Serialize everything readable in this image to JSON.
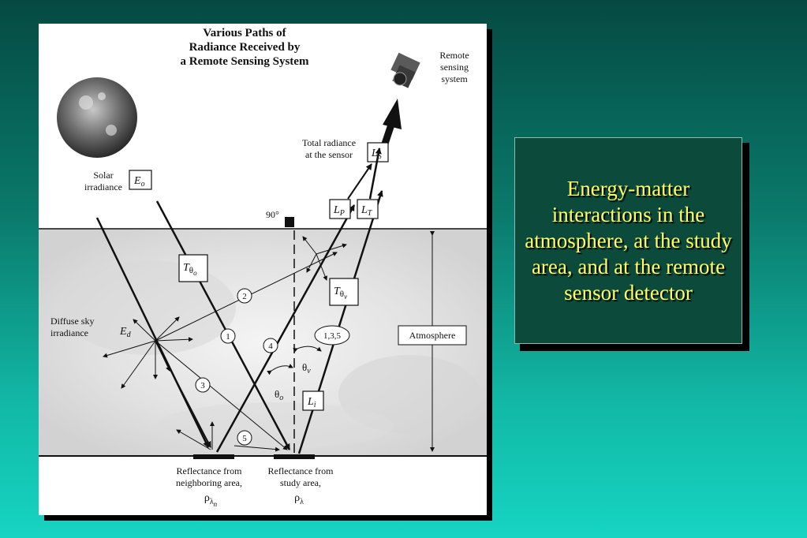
{
  "figure": {
    "title_lines": [
      "Various Paths of",
      "Radiance Received by",
      "a Remote Sensing System"
    ],
    "sensor_label_lines": [
      "Remote",
      "sensing",
      "system"
    ],
    "total_radiance_lines": [
      "Total radiance",
      "at the sensor"
    ],
    "solar_label_lines": [
      "Solar",
      "irradiance"
    ],
    "diffuse_label_lines": [
      "Diffuse sky",
      "irradiance"
    ],
    "atmosphere_label": "Atmosphere",
    "right_angle_label": "90°",
    "symbols": {
      "Eo": "E",
      "Eo_sub": "o",
      "Ed": "E",
      "Ed_sub": "d",
      "LS": "L",
      "LS_sub": "S",
      "LP": "L",
      "LP_sub": "P",
      "LT": "L",
      "LT_sub": "T",
      "Li": "L",
      "Li_sub": "i",
      "T_theta_o": "T",
      "T_theta_o_sub": "θ",
      "T_theta_o_subsub": "o",
      "T_theta_v": "T",
      "T_theta_v_sub": "θ",
      "T_theta_v_subsub": "v",
      "theta_v": "θ",
      "theta_v_sub": "v",
      "theta_o": "θ",
      "theta_o_sub": "o"
    },
    "path_numbers": [
      "1",
      "2",
      "3",
      "4",
      "5"
    ],
    "path_combo": "1,3,5",
    "neighbor_label_lines": [
      "Reflectance from",
      "neighboring area,"
    ],
    "neighbor_symbol": "ρ",
    "neighbor_symbol_sub": "λ",
    "neighbor_symbol_subsub": "n",
    "study_label_lines": [
      "Reflectance from",
      "study area,"
    ],
    "study_symbol": "ρ",
    "study_symbol_sub": "λ"
  },
  "caption": {
    "text": "Energy-matter interactions in the atmosphere, at the study area, and at the remote sensor detector"
  },
  "colors": {
    "background_top": "#054a42",
    "background_bottom": "#16d4c2",
    "caption_box": "#0c4a3c",
    "caption_text": "#ffff66"
  }
}
